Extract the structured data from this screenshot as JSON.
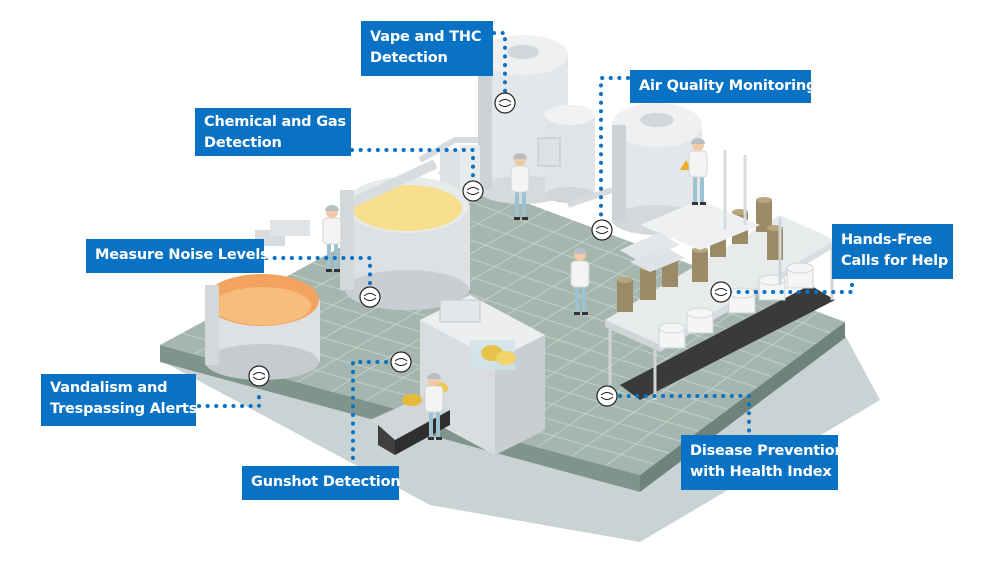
{
  "title": "Smart sensor applications in a food processing facility",
  "colors": {
    "accent": "#0a72c4",
    "label_text": "#ffffff",
    "floor_top": "#a4b6ad",
    "floor_grid": "#c2d0c8",
    "floor_side": "#7f948a",
    "floor_shadow": "#c9d3d3",
    "tank": "#e4e7e9",
    "tank_shade": "#c9ced2",
    "cheese_yellow": "#f7df8e",
    "cheese_orange": "#f3a35e",
    "mold_brown": "#9b8a66",
    "conveyor_dark": "#3f3f3f",
    "worker_shirt": "#f4f4f4",
    "worker_pants": "#9dc2d2"
  },
  "sensor_icon": "sensor-icon",
  "callouts": [
    {
      "id": "vape",
      "lines": [
        "Vape and THC",
        "Detection"
      ]
    },
    {
      "id": "chemical",
      "lines": [
        "Chemical and Gas",
        "Detection"
      ]
    },
    {
      "id": "air",
      "lines": [
        "Air Quality Monitoring"
      ]
    },
    {
      "id": "noise",
      "lines": [
        "Measure Noise Levels"
      ]
    },
    {
      "id": "handsfree",
      "lines": [
        "Hands-Free",
        "Calls for Help"
      ]
    },
    {
      "id": "vandalism",
      "lines": [
        "Vandalism and",
        "Trespassing Alerts"
      ]
    },
    {
      "id": "gunshot",
      "lines": [
        "Gunshot Detection"
      ]
    },
    {
      "id": "disease",
      "lines": [
        "Disease Prevention",
        "with Health Index"
      ]
    }
  ]
}
